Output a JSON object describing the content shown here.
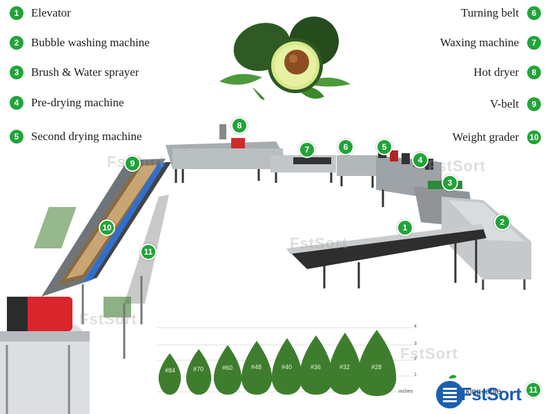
{
  "legend_left": [
    {
      "num": "1",
      "label": "Elevator"
    },
    {
      "num": "2",
      "label": "Bubble washing machine"
    },
    {
      "num": "3",
      "label": "Brush & Water sprayer"
    },
    {
      "num": "4",
      "label": "Pre-drying machine"
    },
    {
      "num": "5",
      "label": "Second drying machine"
    }
  ],
  "legend_right": [
    {
      "num": "6",
      "label": "Turning belt"
    },
    {
      "num": "7",
      "label": "Waxing machine"
    },
    {
      "num": "8",
      "label": "Hot dryer"
    },
    {
      "num": "9",
      "label": "V-belt"
    },
    {
      "num": "10",
      "label": "Weight grader"
    }
  ],
  "markers": [
    "8",
    "7",
    "6",
    "5",
    "4",
    "3",
    "2",
    "1",
    "9",
    "10",
    "11",
    "11"
  ],
  "watermark": "FstSort",
  "fruit_sizes": [
    "#84",
    "#70",
    "#60",
    "#48",
    "#40",
    "#36",
    "#32",
    "#28"
  ],
  "scale": {
    "ticks": [
      "4",
      "3",
      "2",
      "1"
    ],
    "unit": "inches"
  },
  "footer_label": "king table",
  "logo": {
    "text": "FstSort"
  },
  "colors": {
    "badge": "#21a43a",
    "machine": "#9aa0a3",
    "avocado_skin": "#3f7d2e",
    "brand": "#1c5fb0"
  }
}
